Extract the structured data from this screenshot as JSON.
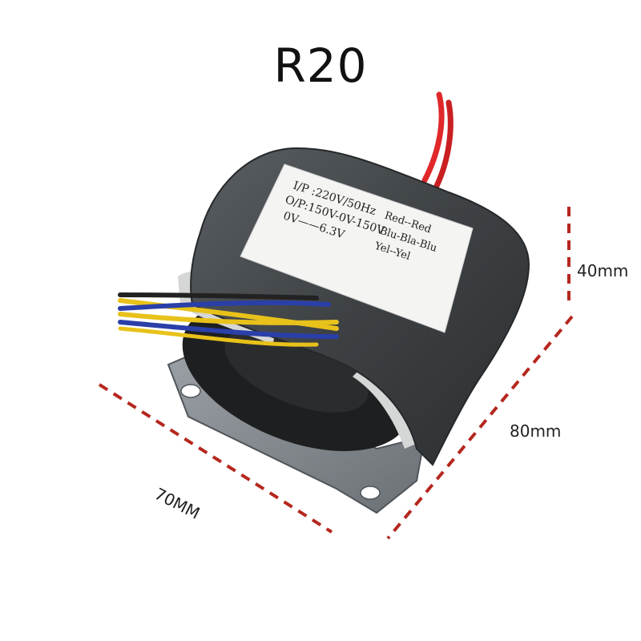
{
  "title": "R20",
  "dimensions": {
    "height": "40mm",
    "length": "80mm",
    "width": "70MM"
  },
  "label": {
    "line1": "I/P :220V/50Hz",
    "line1_wire": "Red--Red",
    "line2": "O/P:150V-0V-150V",
    "line2_wire": "Blu-Bla-Blu",
    "line3": "0V——6.3V",
    "line3_wire": "Yel--Yel"
  },
  "colors": {
    "dimension_line": "#b5271e",
    "core": "#3d4144",
    "wire_red": "#e0282b",
    "wire_blue": "#2a3fa8",
    "wire_yellow": "#e8c21a"
  }
}
